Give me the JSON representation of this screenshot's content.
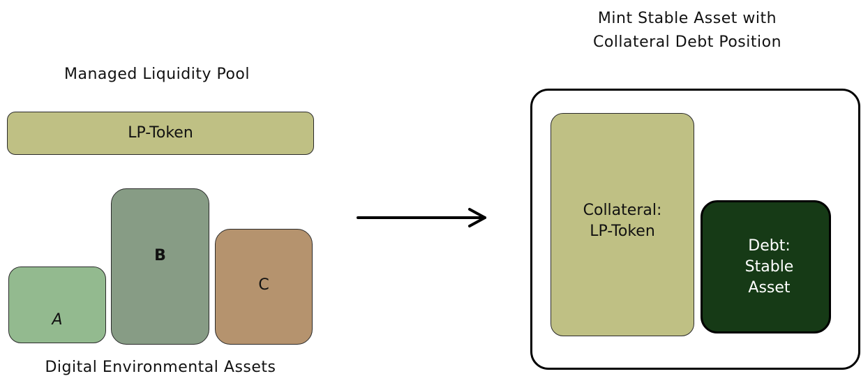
{
  "left_section": {
    "title": "Managed Liquidity Pool",
    "lp_token_label": "LP-Token",
    "assets": [
      {
        "label": "A",
        "color": "#93ba8f"
      },
      {
        "label": "B",
        "color": "#879c85"
      },
      {
        "label": "C",
        "color": "#b5936e"
      }
    ],
    "assets_caption": "Digital Environmental Assets"
  },
  "arrow": {
    "direction": "right"
  },
  "right_section": {
    "title_line1": "Mint Stable Asset with",
    "title_line2": "Collateral Debt Position",
    "collateral_line1": "Collateral:",
    "collateral_line2": "LP-Token",
    "debt_line1": "Debt:",
    "debt_line2": "Stable",
    "debt_line3": "Asset",
    "colors": {
      "collateral": "#bfc084",
      "debt": "#163a16"
    }
  }
}
